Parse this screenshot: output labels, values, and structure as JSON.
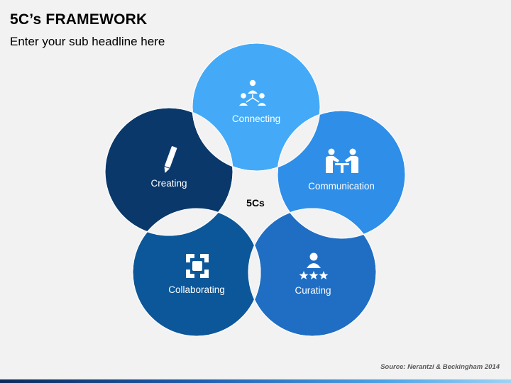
{
  "slide": {
    "title": "5C’s FRAMEWORK",
    "subtitle": "Enter your sub headline here",
    "source": "Source: Nerantzi & Beckingham 2014"
  },
  "diagram": {
    "center_label": "5Cs",
    "circles": [
      {
        "label": "Connecting",
        "icon": "people-network-icon",
        "color": "#44aaf7"
      },
      {
        "label": "Communication",
        "icon": "two-people-talking-icon",
        "color": "#2e8ee8"
      },
      {
        "label": "Curating",
        "icon": "person-stars-icon",
        "color": "#1f6ec4"
      },
      {
        "label": "Collaborating",
        "icon": "hands-together-icon",
        "color": "#0c5799"
      },
      {
        "label": "Creating",
        "icon": "pencil-icon",
        "color": "#0a386b"
      }
    ],
    "overlap_color": "#f2f2f2"
  }
}
